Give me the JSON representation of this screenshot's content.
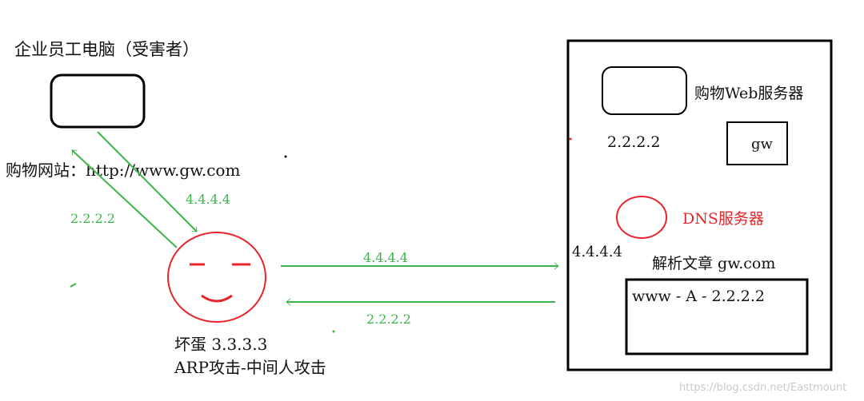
{
  "victim": {
    "title": "企业员工电脑（受害者）",
    "shopping_site": "购物网站：http://www.gw.com"
  },
  "attacker": {
    "name_ip": "坏蛋 3.3.3.3",
    "attack_type": "ARP攻击-中间人攻击"
  },
  "arrows": {
    "victim_to_attacker": "4.4.4.4",
    "attacker_to_victim": "2.2.2.2",
    "attacker_to_server": "4.4.4.4",
    "server_to_attacker": "2.2.2.2"
  },
  "server_room": {
    "web_server_label": "购物Web服务器",
    "web_server_ip": "2.2.2.2",
    "gw_label": "gw",
    "dns_label": "DNS服务器",
    "dns_ip": "4.4.4.4",
    "resolve_label": "解析文章 gw.com",
    "record": "www - A - 2.2.2.2"
  },
  "watermark": "https://blog.csdn.net/Eastmount",
  "colors": {
    "black": "#111111",
    "green": "#3cb54a",
    "red": "#e8242a"
  }
}
